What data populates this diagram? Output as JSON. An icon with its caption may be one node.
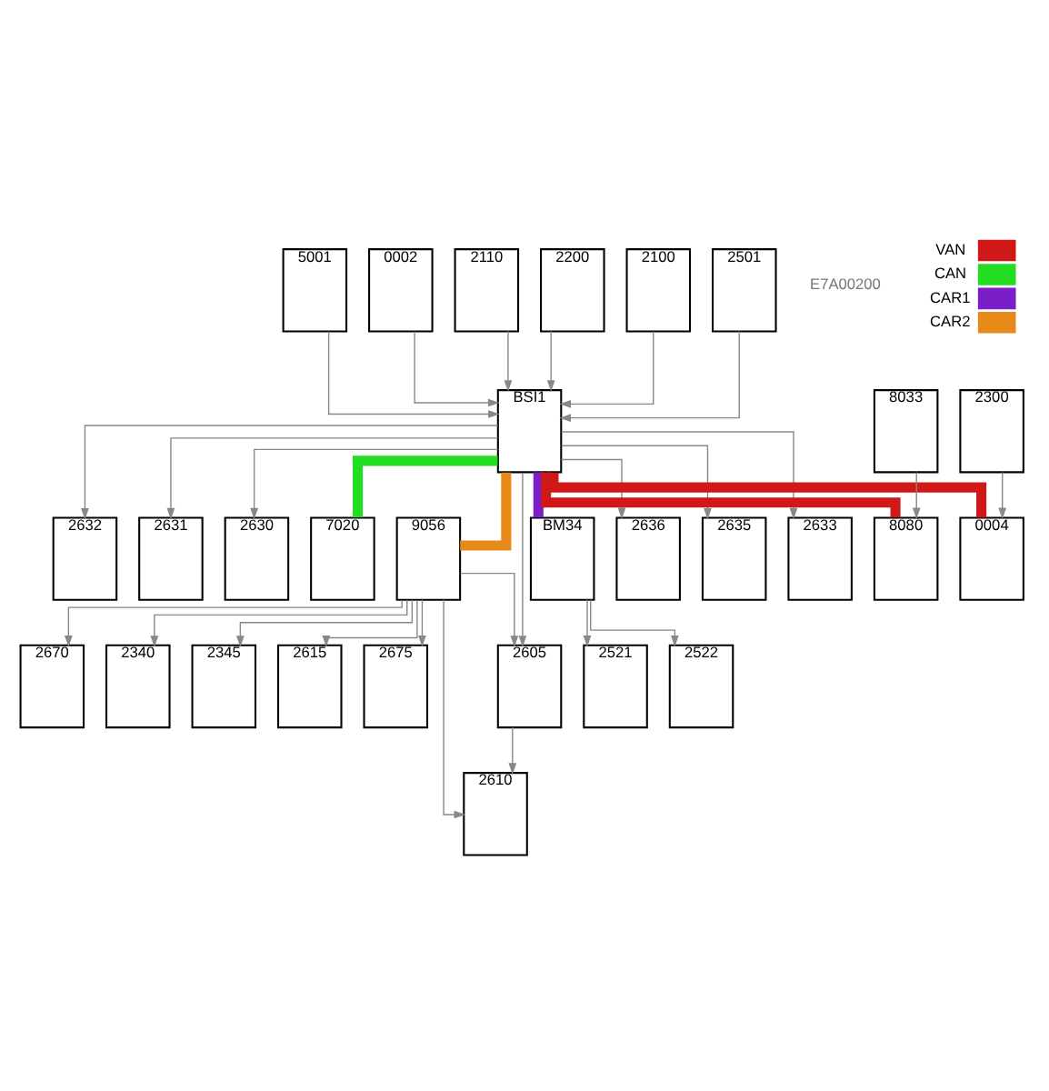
{
  "diagram": {
    "nodes": [
      {
        "text": [
          "2675"
        ]
      },
      {
        "text": [
          "2670"
        ]
      },
      {
        "text": [
          "2340"
        ]
      },
      {
        "text": [
          "2345"
        ]
      },
      {
        "text": [
          "2615"
        ]
      },
      {
        "text": [
          "2610"
        ]
      },
      {
        "text": [
          "2605"
        ]
      },
      {
        "text": [
          "5001"
        ]
      },
      {
        "text": [
          "9056"
        ]
      },
      {
        "text": [
          "2521"
        ]
      },
      {
        "text": [
          "2522"
        ]
      },
      {
        "text": [
          "0002"
        ]
      },
      {
        "text": [
          "2110"
        ]
      },
      {
        "text": [
          "BM34"
        ]
      },
      {
        "text": [
          "2200"
        ]
      },
      {
        "text": [
          "2636"
        ]
      },
      {
        "text": [
          "2635"
        ]
      },
      {
        "text": [
          "BSI1"
        ]
      },
      {
        "text": [
          "2100"
        ]
      },
      {
        "text": [
          "2633"
        ]
      },
      {
        "text": [
          "2501"
        ]
      },
      {
        "text": [
          "2632"
        ]
      },
      {
        "text": [
          "2631"
        ]
      },
      {
        "text": [
          "2630"
        ]
      },
      {
        "text": [
          "8033"
        ]
      },
      {
        "text": [
          "7020"
        ]
      },
      {
        "text": [
          "8080"
        ]
      },
      {
        "text": [
          "0004"
        ]
      },
      {
        "text": [
          "2300"
        ]
      }
    ],
    "edges": [
      {
        "from": 8,
        "to": 0,
        "arrow": "to"
      },
      {
        "from": 8,
        "to": 1,
        "arrow": "to"
      },
      {
        "from": 8,
        "to": 2,
        "arrow": "to"
      },
      {
        "from": 8,
        "to": 3,
        "arrow": "to"
      },
      {
        "from": 8,
        "to": 4,
        "arrow": "to"
      },
      {
        "from": 8,
        "to": 5,
        "arrow": "to"
      },
      {
        "from": 8,
        "to": 6,
        "arrow": "to"
      },
      {
        "from": 17,
        "to": 6,
        "arrow": "to"
      },
      {
        "from": 6,
        "to": 5,
        "arrow": "to"
      },
      {
        "from": 7,
        "to": 17,
        "arrow": "to"
      },
      {
        "from": 11,
        "to": 17,
        "arrow": "to"
      },
      {
        "from": 12,
        "to": 17,
        "arrow": "to"
      },
      {
        "from": 14,
        "to": 17,
        "arrow": "to"
      },
      {
        "from": 18,
        "to": 17,
        "arrow": "to"
      },
      {
        "from": 20,
        "to": 17,
        "arrow": "to"
      },
      {
        "from": 13,
        "to": 9,
        "arrow": "to"
      },
      {
        "from": 13,
        "to": 10,
        "arrow": "to"
      },
      {
        "from": 17,
        "to": 15,
        "arrow": "to"
      },
      {
        "from": 17,
        "to": 16,
        "arrow": "to"
      },
      {
        "from": 17,
        "to": 19,
        "arrow": "to"
      },
      {
        "from": 17,
        "to": 21,
        "arrow": "to"
      },
      {
        "from": 17,
        "to": 22,
        "arrow": "to"
      },
      {
        "from": 17,
        "to": 23,
        "arrow": "to"
      },
      {
        "from": 17,
        "to": 8,
        "arrow": "none",
        "style": "thick",
        "color": "#e88a1a"
      },
      {
        "from": 17,
        "to": 13,
        "arrow": "none",
        "style": "thick",
        "color": "#7a1fc8"
      },
      {
        "from": 17,
        "to": 25,
        "arrow": "none",
        "style": "thick",
        "color": "#22dd22"
      },
      {
        "from": 17,
        "to": 26,
        "arrow": "none",
        "style": "thick",
        "color": "#d01818"
      },
      {
        "from": 17,
        "to": 27,
        "arrow": "none",
        "style": "thick",
        "color": "#d01818"
      },
      {
        "from": 24,
        "to": 26,
        "arrow": "to"
      },
      {
        "from": 28,
        "to": 27,
        "arrow": "to"
      }
    ],
    "labels": [
      "E7A00200"
    ],
    "legend": [
      {
        "text": "VAN",
        "color": "#d01818"
      },
      {
        "text": "CAN",
        "color": "#22dd22"
      },
      {
        "text": "CAR1",
        "color": "#7a1fc8"
      },
      {
        "text": "CAR2",
        "color": "#e88a1a"
      }
    ]
  }
}
